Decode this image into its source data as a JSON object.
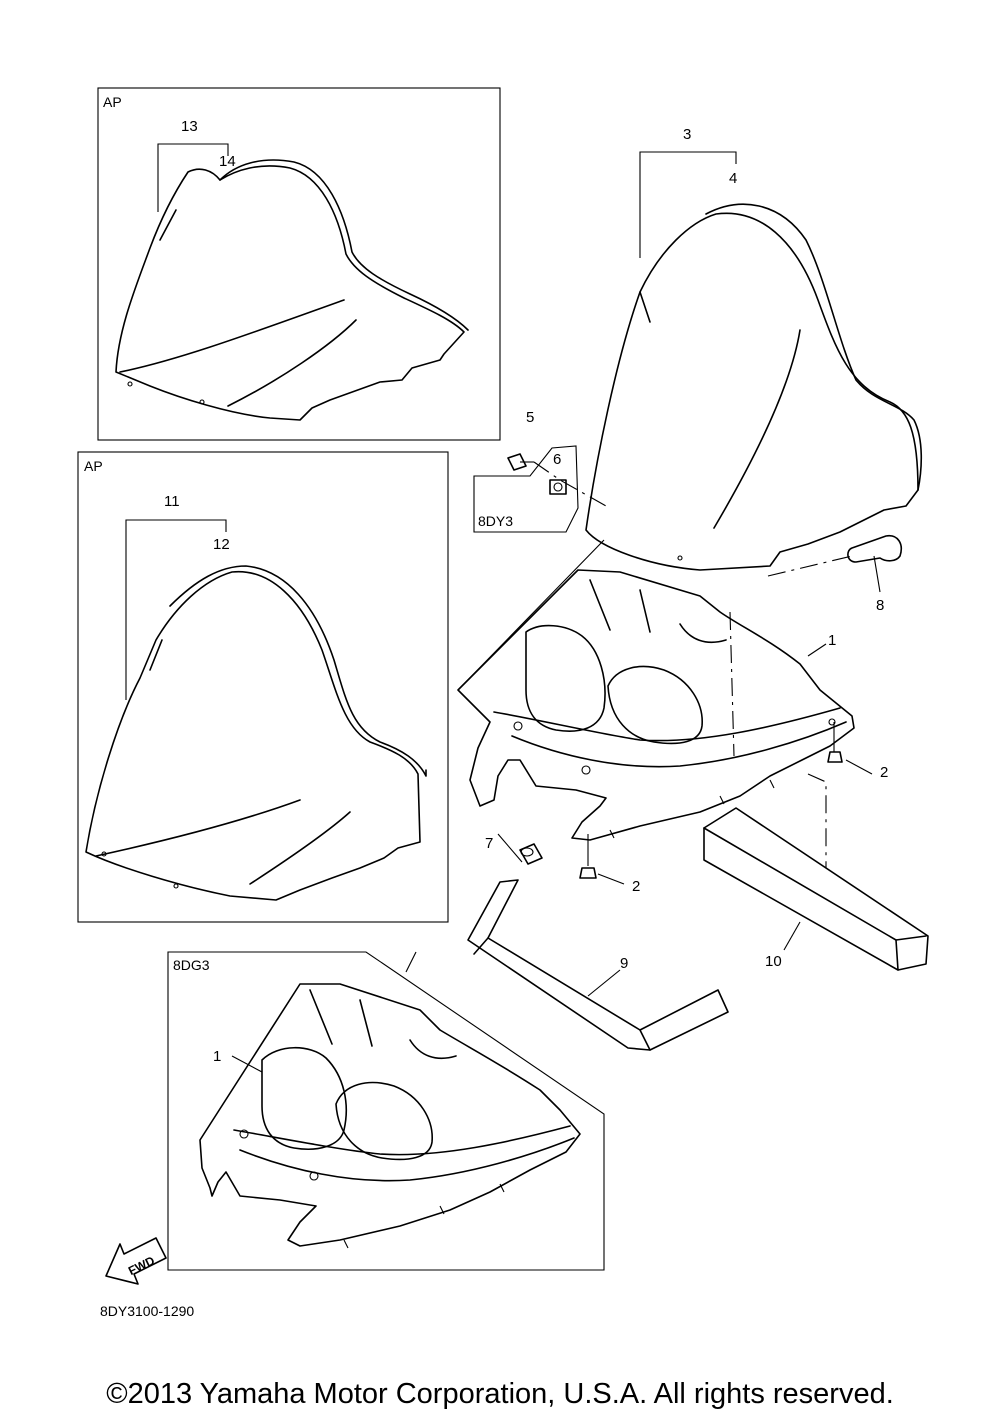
{
  "boxes": {
    "ap_top": "AP",
    "ap_middle": "AP",
    "variant_8dy3": "8DY3",
    "variant_8dg3": "8DG3"
  },
  "callouts": {
    "c1a": "1",
    "c1b": "1",
    "c2a": "2",
    "c2b": "2",
    "c3": "3",
    "c4": "4",
    "c5": "5",
    "c6": "6",
    "c7": "7",
    "c8": "8",
    "c9": "9",
    "c10": "10",
    "c11": "11",
    "c12": "12",
    "c13": "13",
    "c14": "14"
  },
  "fwd_label": "FWD",
  "diagram_code": "8DY3100-1290",
  "copyright": "©2013 Yamaha Motor Corporation, U.S.A. All rights reserved."
}
